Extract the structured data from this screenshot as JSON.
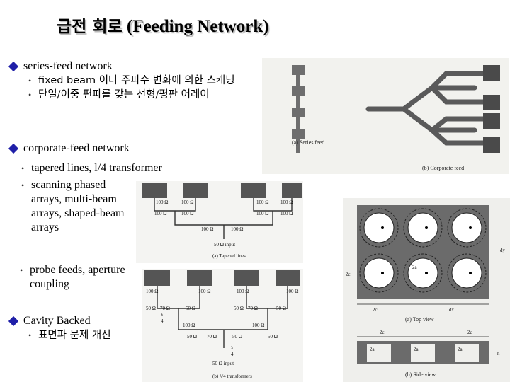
{
  "slide": {
    "title_ko": "급전 회로",
    "title_en": "(Feeding Network)"
  },
  "sections": {
    "series": {
      "heading": "series-feed network",
      "bullets": [
        "fixed beam 이나 주파수 변화에 의한 스캐닝",
        "단일/이중 편파를 갖는 선형/평판 어레이"
      ]
    },
    "corporate": {
      "heading": "corporate-feed network",
      "bullets": [
        "tapered lines, l/4 transformer",
        "scanning phased arrays, multi-beam arrays, shaped-beam arrays"
      ],
      "extra_bullet": "probe feeds, aperture coupling"
    },
    "cavity": {
      "heading": "Cavity Backed",
      "bullets": [
        "표면파 문제 개선"
      ]
    }
  },
  "figures": {
    "feed": {
      "caption_a": "(a) Series feed",
      "caption_b": "(b) Corporate feed"
    },
    "tapered": {
      "label_100": "100 Ω",
      "label_50": "50 Ω",
      "input": "50 Ω input",
      "caption": "(a) Tapered lines"
    },
    "quarter": {
      "label_100": "100 Ω",
      "label_50": "50 Ω",
      "label_70": "70 Ω",
      "lambda": "λ",
      "four": "4",
      "input": "50 Ω input",
      "caption": "(b) λ/4 transformers"
    },
    "cavity": {
      "top_caption": "(a) Top view",
      "side_caption": "(b) Side view",
      "two_a": "2a",
      "two_c": "2c",
      "d_x": "dx",
      "d_y": "dy",
      "h": "h"
    }
  }
}
